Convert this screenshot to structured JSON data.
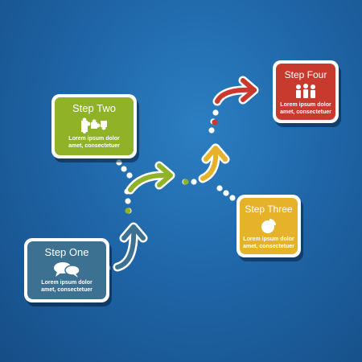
{
  "colors": {
    "background": "#1f66a8",
    "step_one": "#3d7191",
    "step_two": "#8fb227",
    "step_three": "#e5b22a",
    "step_four": "#c83a2e",
    "card_border": "#ffffff"
  },
  "steps": [
    {
      "title": "Step One",
      "icon": "speech-bubbles-icon",
      "text": "Lorem ipsum dolor amet, consectetuer"
    },
    {
      "title": "Step Two",
      "icon": "puzzle-pieces-icon",
      "text": "Lorem ipsum dolor amet, consectetuer"
    },
    {
      "title": "Step Three",
      "icon": "pie-chart-icon",
      "text": "Lorem ipsum dolor amet, consectetuer"
    },
    {
      "title": "Step Four",
      "icon": "team-people-icon",
      "text": "Lorem ipsum dolor amet, consectetuer"
    }
  ]
}
